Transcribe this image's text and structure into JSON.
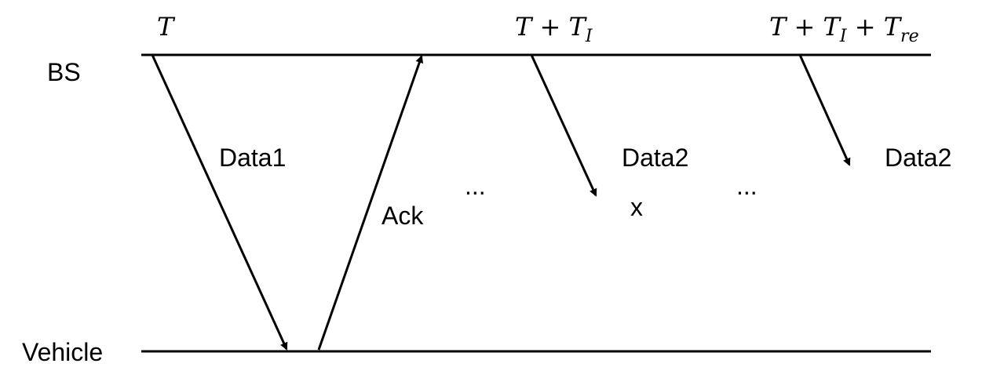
{
  "nodes": {
    "top": "BS",
    "bottom": "Vehicle"
  },
  "time_labels": {
    "t0": {
      "base": "T"
    },
    "t1": {
      "base": "T + T",
      "sub": "I"
    },
    "t2": {
      "base": "T + T",
      "sub1": "I",
      "mid": " + T",
      "sub2": "re"
    }
  },
  "messages": {
    "data1": "Data1",
    "ack": "Ack",
    "data2_lost": "Data2",
    "data2_retx": "Data2",
    "lost_marker": "x",
    "ellipsis_1": "...",
    "ellipsis_2": "..."
  },
  "colors": {
    "line": "#000000",
    "background": "#ffffff"
  }
}
